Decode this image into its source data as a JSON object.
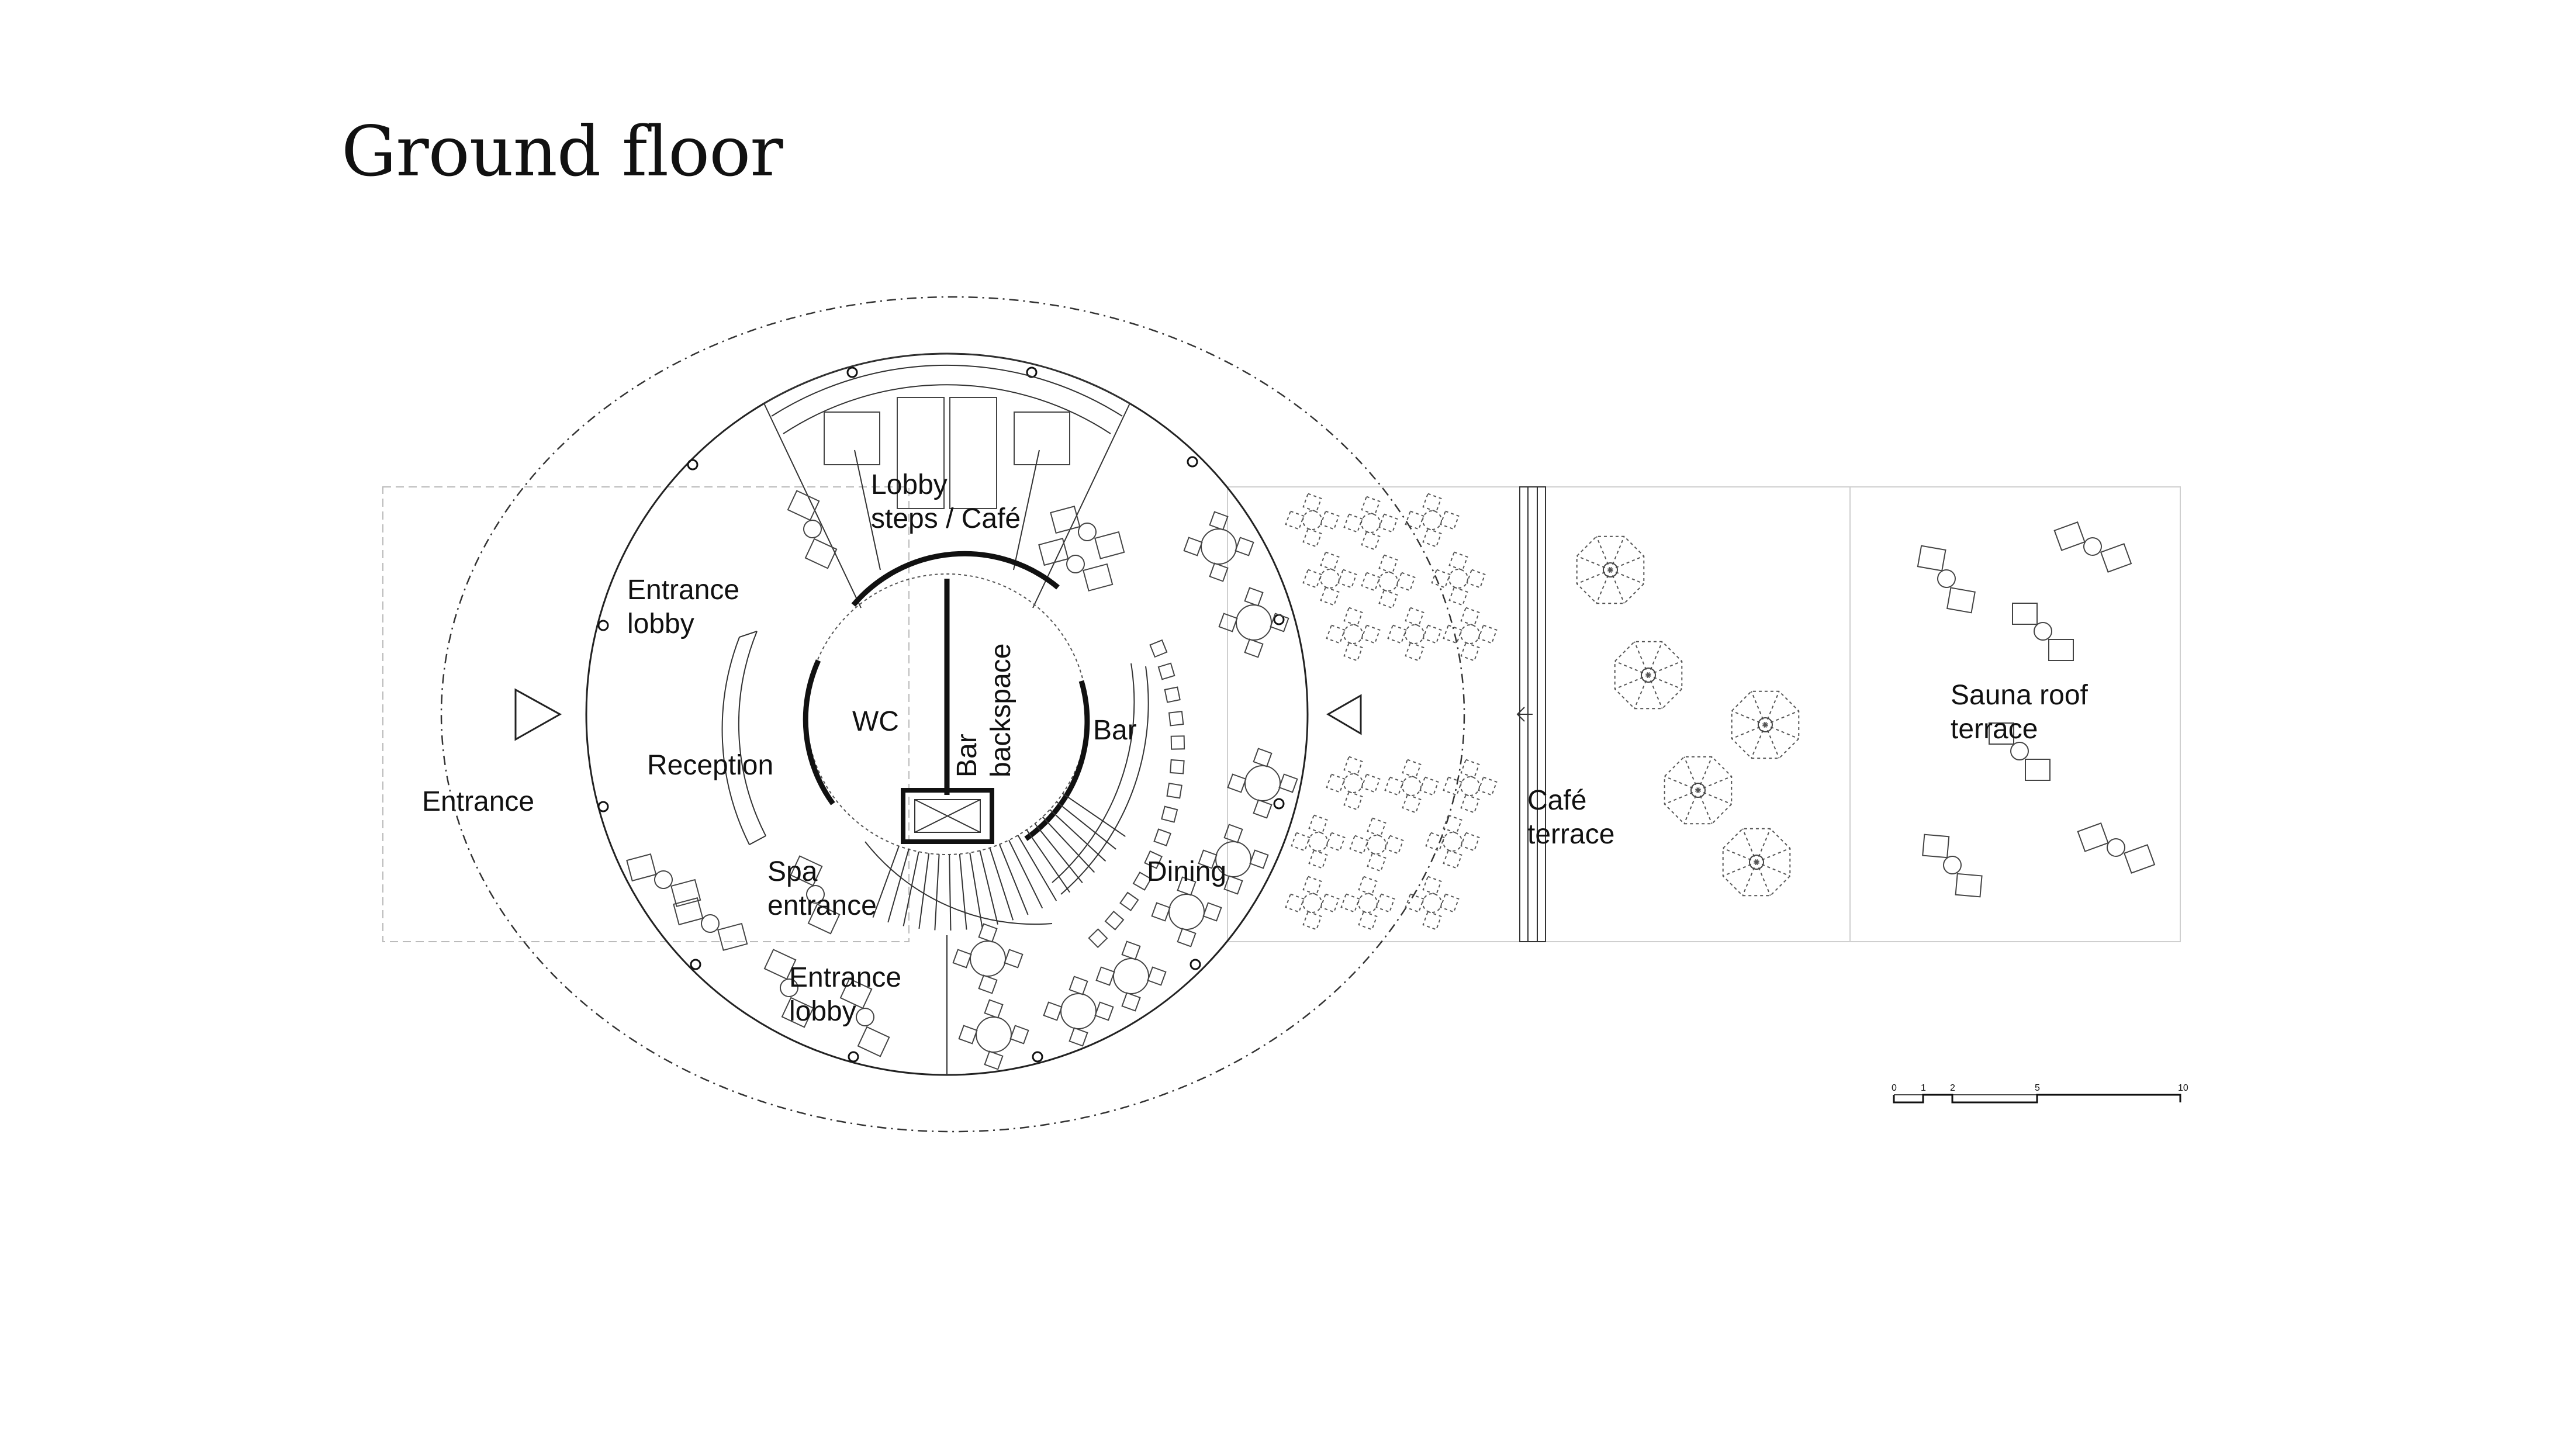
{
  "title": "Ground floor",
  "rooms": [
    {
      "id": "lobby-steps",
      "lines": [
        "Lobby",
        "steps / Café"
      ]
    },
    {
      "id": "entrance-lobby-top",
      "lines": [
        "Entrance",
        "lobby"
      ]
    },
    {
      "id": "wc",
      "lines": [
        "WC"
      ]
    },
    {
      "id": "bar-backspace",
      "lines": [
        "Bar",
        "backspace"
      ]
    },
    {
      "id": "bar",
      "lines": [
        "Bar"
      ]
    },
    {
      "id": "reception",
      "lines": [
        "Reception"
      ]
    },
    {
      "id": "entrance",
      "lines": [
        "Entrance"
      ]
    },
    {
      "id": "spa-entrance",
      "lines": [
        "Spa",
        "entrance"
      ]
    },
    {
      "id": "dining",
      "lines": [
        "Dining"
      ]
    },
    {
      "id": "entrance-lobby-bottom",
      "lines": [
        "Entrance",
        "lobby"
      ]
    },
    {
      "id": "cafe-terrace",
      "lines": [
        "Café",
        "terrace"
      ]
    },
    {
      "id": "sauna-roof-terrace",
      "lines": [
        "Sauna roof",
        "terrace"
      ]
    }
  ],
  "scale_bar": {
    "ticks": [
      "0",
      "1",
      "2",
      "5",
      "10"
    ]
  }
}
